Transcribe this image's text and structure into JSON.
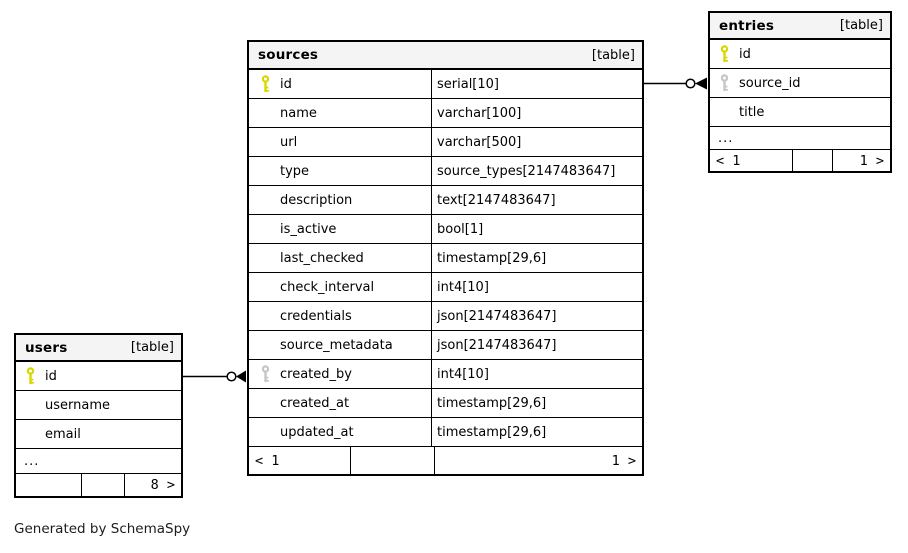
{
  "caption": "Generated by SchemaSpy",
  "colors": {
    "primary_key": "#d8d800",
    "foreign_key": "#c6c6c6",
    "header_bg": "#f4f4f4",
    "border": "#000000"
  },
  "tables": [
    {
      "key": "sources",
      "title": "sources",
      "badge": "[table]",
      "columns": [
        {
          "name": "id",
          "type": "serial[10]",
          "icon": "primary-key"
        },
        {
          "name": "name",
          "type": "varchar[100]"
        },
        {
          "name": "url",
          "type": "varchar[500]"
        },
        {
          "name": "type",
          "type": "source_types[2147483647]"
        },
        {
          "name": "description",
          "type": "text[2147483647]"
        },
        {
          "name": "is_active",
          "type": "bool[1]"
        },
        {
          "name": "last_checked",
          "type": "timestamp[29,6]"
        },
        {
          "name": "check_interval",
          "type": "int4[10]"
        },
        {
          "name": "credentials",
          "type": "json[2147483647]"
        },
        {
          "name": "source_metadata",
          "type": "json[2147483647]"
        },
        {
          "name": "created_by",
          "type": "int4[10]",
          "icon": "foreign-key"
        },
        {
          "name": "created_at",
          "type": "timestamp[29,6]"
        },
        {
          "name": "updated_at",
          "type": "timestamp[29,6]"
        }
      ],
      "ellipsis": false,
      "ellipsis_text": "",
      "footer": {
        "left": "< 1",
        "center": "",
        "right": "1 >"
      }
    },
    {
      "key": "entries",
      "title": "entries",
      "badge": "[table]",
      "columns": [
        {
          "name": "id",
          "icon": "primary-key"
        },
        {
          "name": "source_id",
          "icon": "foreign-key"
        },
        {
          "name": "title"
        }
      ],
      "ellipsis": true,
      "ellipsis_text": "...",
      "footer": {
        "left": "< 1",
        "center": "",
        "right": "1 >"
      }
    },
    {
      "key": "users",
      "title": "users",
      "badge": "[table]",
      "columns": [
        {
          "name": "id",
          "icon": "primary-key"
        },
        {
          "name": "username"
        },
        {
          "name": "email"
        }
      ],
      "ellipsis": true,
      "ellipsis_text": "...",
      "footer": {
        "left": "",
        "center": "",
        "right": "8 >"
      }
    }
  ],
  "relationships": [
    {
      "from_table": "sources",
      "from_column": "id",
      "to_table": "entries",
      "to_column": "source_id"
    },
    {
      "from_table": "users",
      "from_column": "id",
      "to_table": "sources",
      "to_column": "created_by"
    }
  ]
}
